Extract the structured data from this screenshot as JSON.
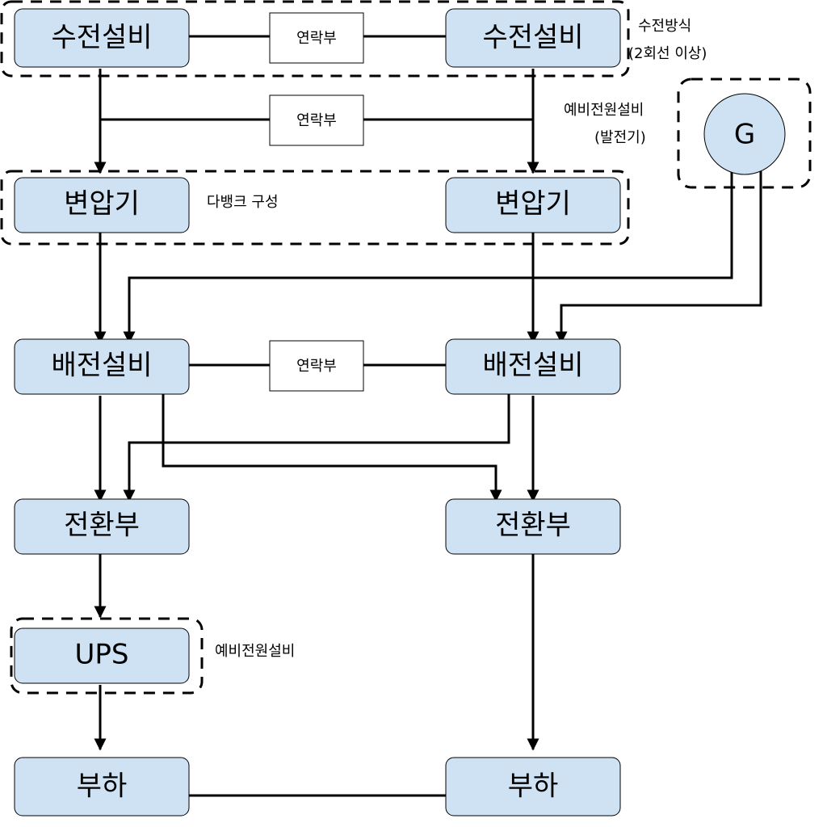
{
  "nodes": {
    "receiving_left": "수전설비",
    "receiving_right": "수전설비",
    "transformer_left": "변압기",
    "transformer_right": "변압기",
    "distribution_left": "배전설비",
    "distribution_right": "배전설비",
    "switch_left": "전환부",
    "switch_right": "전환부",
    "ups": "UPS",
    "load_left": "부하",
    "load_right": "부하",
    "generator": "G"
  },
  "ties": {
    "tie_top": "연락부",
    "tie_middle": "연락부",
    "tie_distribution": "연락부"
  },
  "notes": {
    "receiving_method_line1": "수전방식",
    "receiving_method_line2": "(2회선 이상)",
    "backup_power_line1": "예비전원설비",
    "backup_power_line2": "(발전기)",
    "multi_bank": "다뱅크 구성",
    "ups_backup": "예비전원설비"
  }
}
